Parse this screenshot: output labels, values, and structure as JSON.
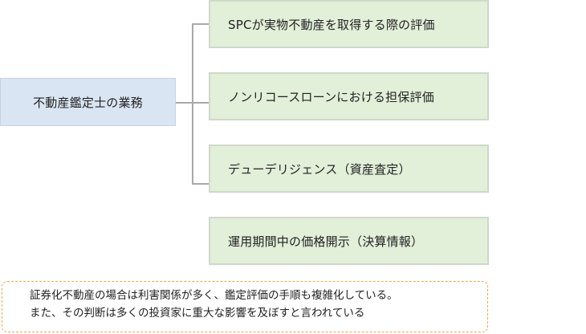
{
  "root": {
    "label": "不動産鑑定士の業務"
  },
  "items": [
    {
      "label": "SPCが実物不動産を取得する際の評価"
    },
    {
      "label": "ノンリコースローンにおける担保評価"
    },
    {
      "label": "デューデリジェンス（資産査定）"
    },
    {
      "label": "運用期間中の価格開示（決算情報）"
    }
  ],
  "note": {
    "line1": "証券化不動産の場合は利害関係が多く、鑑定評価の手順も複雑化している。",
    "line2": "また、その判断は多くの投資家に重大な影響を及ぼすと言われている"
  },
  "colors": {
    "root_fill": "#dae5f3",
    "item_fill": "#e2efd9",
    "connector": "#a9a9a9",
    "note_border": "#f0a54a"
  }
}
